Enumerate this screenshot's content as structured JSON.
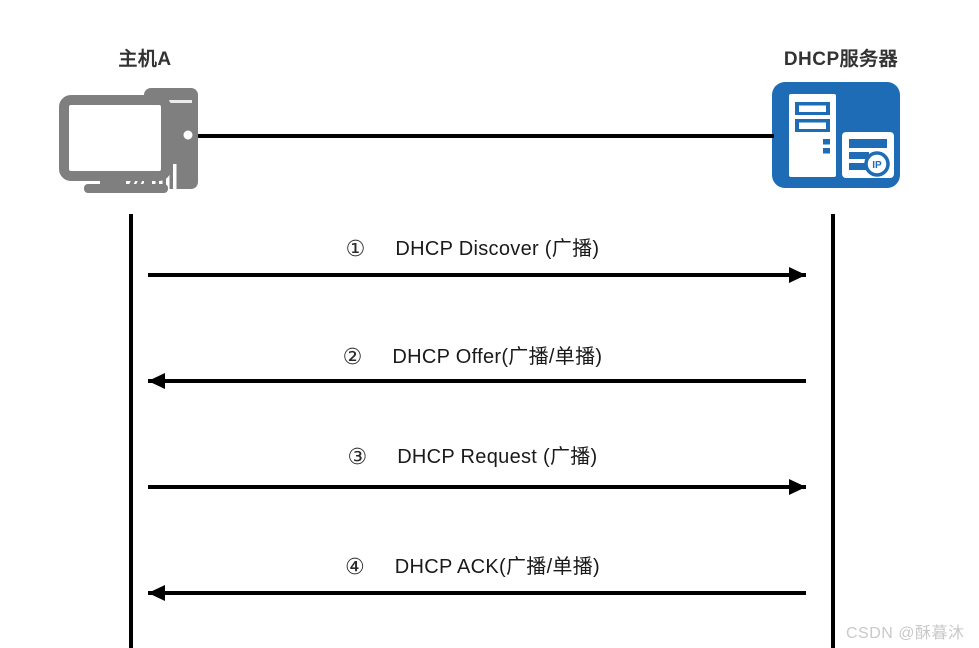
{
  "actors": [
    {
      "label": "主机A",
      "icon": "desktop-computer-icon"
    },
    {
      "label": "DHCP服务器",
      "icon": "dhcp-server-icon"
    }
  ],
  "messages": [
    {
      "step": "①",
      "text": "DHCP Discover (广播)",
      "direction": "left-to-right"
    },
    {
      "step": "②",
      "text": "DHCP Offer(广播/单播)",
      "direction": "right-to-left"
    },
    {
      "step": "③",
      "text": "DHCP Request (广播)",
      "direction": "left-to-right"
    },
    {
      "step": "④",
      "text": "DHCP ACK(广播/单播)",
      "direction": "right-to-left"
    }
  ],
  "server_icon_badge": "IP",
  "colors": {
    "server_icon_blue": "#1E6CB5",
    "computer_icon_gray": "#7F7F7F",
    "line_black": "#000000",
    "watermark_gray": "#C9C9C9",
    "label_text": "#1A1A1A"
  },
  "watermark": {
    "text": "CSDN @酥暮沐"
  }
}
